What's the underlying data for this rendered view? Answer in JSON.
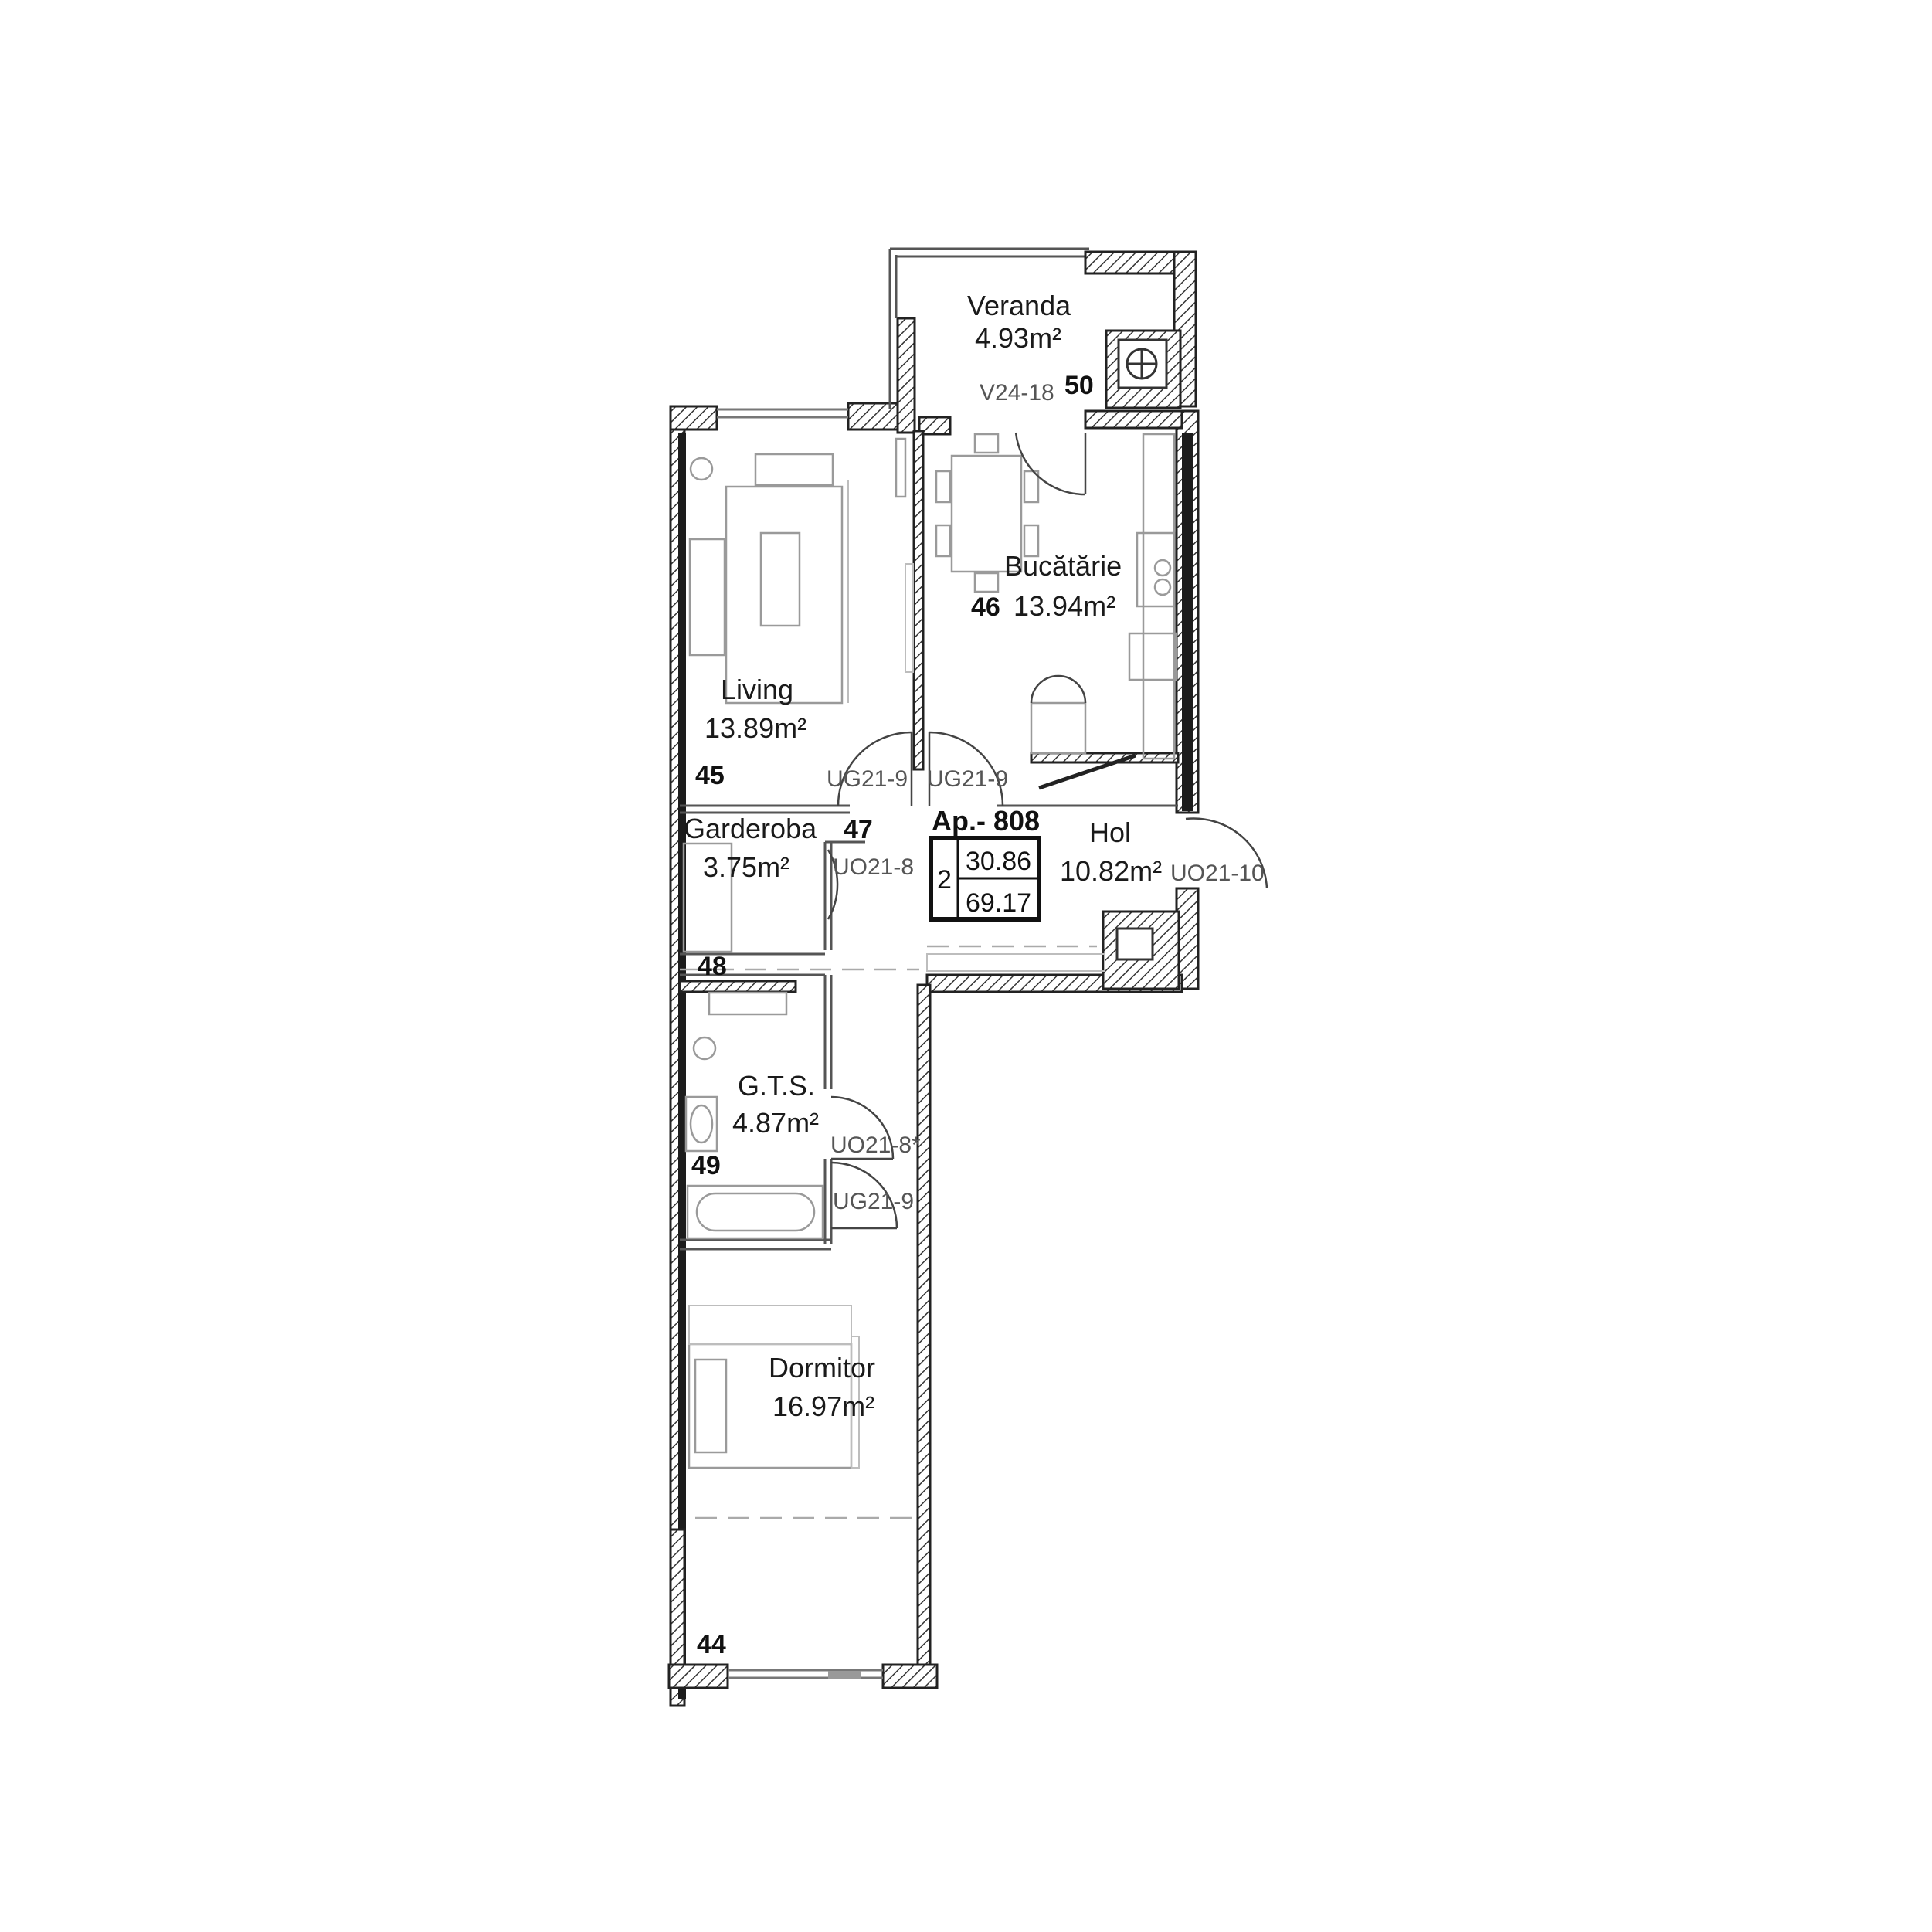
{
  "rooms": {
    "veranda": {
      "name": "Veranda",
      "area": "4.93m²",
      "number": "50",
      "code": "V24-18"
    },
    "bucatarie": {
      "name": "Bucătărie",
      "area": "13.94m²",
      "number": "46"
    },
    "living": {
      "name": "Living",
      "area": "13.89m²",
      "number": "45"
    },
    "garderoba": {
      "name": "Garderoba",
      "area": "3.75m²",
      "number": "47"
    },
    "hol": {
      "name": "Hol",
      "area": "10.82m²"
    },
    "gts": {
      "name": "G.T.S.",
      "area": "4.87m²",
      "number": "49"
    },
    "dormitor": {
      "name": "Dormitor",
      "area": "16.97m²"
    },
    "corridor_number": "48",
    "bottom_number": "44"
  },
  "doors": {
    "living_door": "UG21-9",
    "kitchen_door": "UG21-9",
    "garderoba_door": "UO21-8",
    "entry_door": "UO21-10",
    "gts_door": "UO21-8*",
    "bedroom_door": "UG21-9"
  },
  "apartment": {
    "label": "Ap.- 808",
    "rooms_count": "2",
    "living_area": "30.86",
    "total_area": "69.17"
  }
}
